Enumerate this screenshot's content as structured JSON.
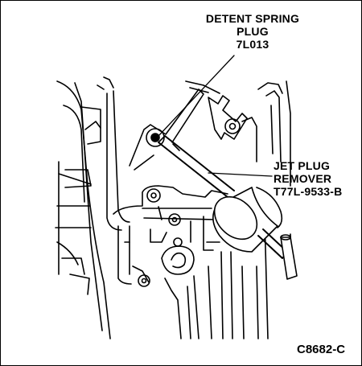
{
  "labels": {
    "detent_spring_plug": [
      "DETENT SPRING",
      "PLUG",
      "7L013"
    ],
    "jet_plug_remover": [
      "JET PLUG",
      "REMOVER",
      "T77L-9533-B"
    ]
  },
  "figure_id": "C8682-C",
  "colors": {
    "line": "#000000",
    "background": "#ffffff"
  }
}
